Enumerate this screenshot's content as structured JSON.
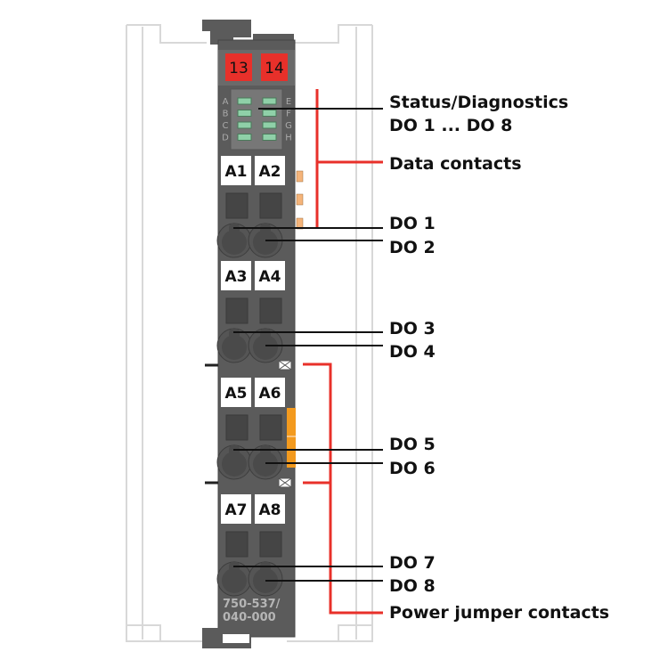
{
  "module": {
    "potential_labels": [
      "13",
      "14"
    ],
    "led_letters_left": [
      "A",
      "B",
      "C",
      "D"
    ],
    "led_letters_right": [
      "E",
      "F",
      "G",
      "H"
    ],
    "terminal_labels": [
      "A1",
      "A2",
      "A3",
      "A4",
      "A5",
      "A6",
      "A7",
      "A8"
    ],
    "part_number_line1": "750-537/",
    "part_number_line2": "040-000"
  },
  "callouts": {
    "status_line1": "Status/Diagnostics",
    "status_line2": "DO 1 ... DO 8",
    "data_contacts": "Data contacts",
    "do": [
      "DO 1",
      "DO 2",
      "DO 3",
      "DO 4",
      "DO 5",
      "DO 6",
      "DO 7",
      "DO 8"
    ],
    "power_jumper": "Power jumper contacts"
  },
  "colors": {
    "body": "#5b5b5b",
    "red": "#e8302a",
    "led": "#8fd0a8",
    "orange": "#f39a1e"
  }
}
